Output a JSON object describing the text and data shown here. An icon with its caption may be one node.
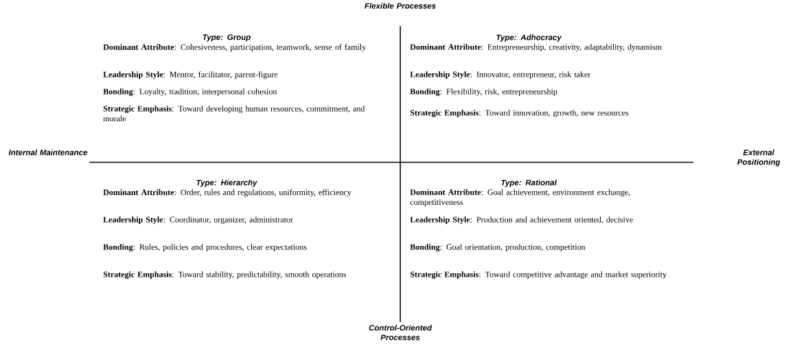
{
  "diagram": {
    "labels": [
      "Flexible Processes",
      "Type: Group",
      "**Dominant Attribute**: Cohesiveness, participation, teamwork, sense of family",
      "**Leadership Style**: Mentor, facilitator, parent-figure",
      "**Bonding**: Loyalty, tradition, interpersonal cohesion",
      "**Strategic Emphasis**: Toward developing human resources, commitment, and morale",
      "Type: Adhocracy",
      "**Dominant Attribute**: Entrepreneurship, creativity, adaptability, dynamism",
      "**Leadership Style**: Innovator, entrepreneur, risk taker",
      "**Bonding**: Flexibility, risk, entrepreneurship",
      "**Strategic Emphasis**: Toward innovation, growth, new resources",
      "Internal Maintenance",
      "External Positioning",
      "Type: Hierarchy",
      "**Dominant Attribute**: Order, rules and regulations, uniformity, efficiency",
      "**Leadership Style**: Coordinator, organizer, administrator",
      "**Bonding**: Rules, policies and procedures, clear expectations",
      "**Strategic Emphasis**: Toward stability, predictability, smooth operations",
      "Type: Rational",
      "**Dominant Attribute**: Goal achievement, environment exchange, competitiveness",
      "**Leadership Style**: Production and achievement oriented, decisive",
      "**Bonding**: Goal orientation, production, competition",
      "**Strategic Emphasis**: Toward competitive advantage and market superiority",
      "Control-Oriented Processes"
    ]
  }
}
